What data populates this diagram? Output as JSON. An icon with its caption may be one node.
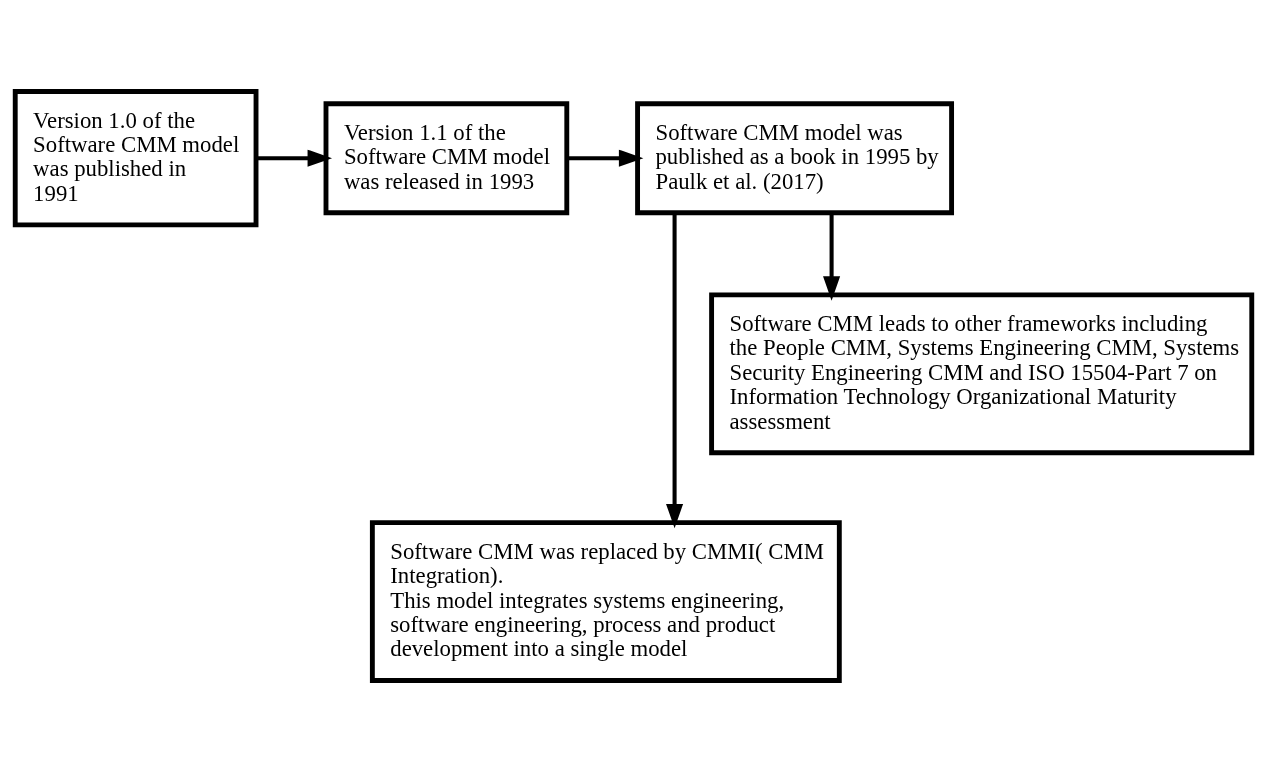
{
  "diagram": {
    "nodes": [
      {
        "text": [
          "Version 1.0 of the Software CMM model was published in 1991"
        ]
      },
      {
        "text": [
          "Version 1.1 of the Software CMM model was released in 1993"
        ]
      },
      {
        "text": [
          "Software CMM model was published as a book in 1995 by Paulk et al. (2017)"
        ]
      },
      {
        "text": [
          "Software CMM was replaced by CMMI( CMM Integration).",
          "This model integrates systems engineering, software engineering, process and product development into a single model"
        ]
      },
      {
        "text": [
          "Software CMM leads to other frameworks including the People CMM, Systems Engineering CMM, Systems Security Engineering CMM and ISO 15504-Part 7 on Information Technology Organizational Maturity assessment"
        ]
      }
    ],
    "edges": [
      {
        "from": 0,
        "to": 1,
        "arrow": "to"
      },
      {
        "from": 1,
        "to": 2,
        "arrow": "to"
      },
      {
        "from": 2,
        "to": 3,
        "arrow": "to"
      },
      {
        "from": 2,
        "to": 4,
        "arrow": "to"
      }
    ]
  }
}
